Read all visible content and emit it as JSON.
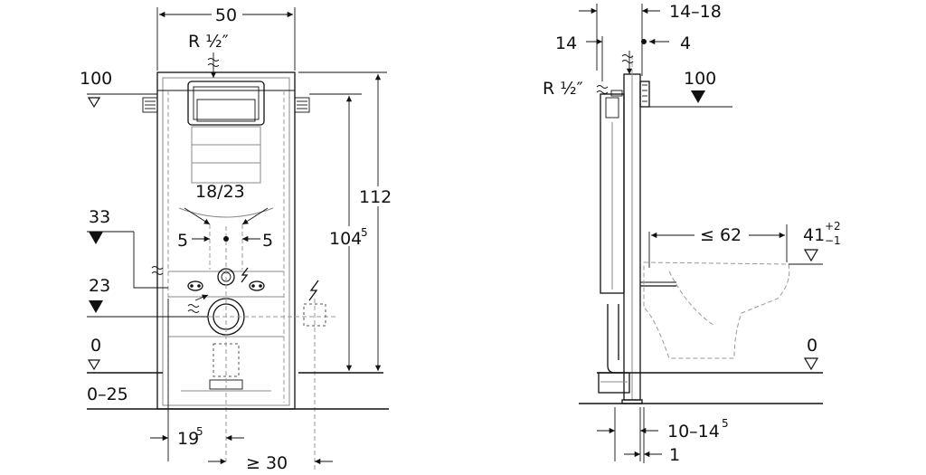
{
  "front_view": {
    "width_dim": "50",
    "supply_label": "R ½″",
    "level_top": "100",
    "level_33": "33",
    "level_23": "23",
    "level_0": "0",
    "floor_range": "0–25",
    "spacing_center": "18/23",
    "spacing_left": "5",
    "spacing_right": "5",
    "height_total": "112",
    "height_inner_main": "104",
    "height_inner_sup": "5",
    "offset_bottom_main": "19",
    "offset_bottom_sup": "5",
    "min_distance": "≥ 30"
  },
  "side_view": {
    "dim_top": "14–18",
    "dim_14": "14",
    "dim_4": "4",
    "supply_label": "R ½″",
    "level_top": "100",
    "depth_dim": "≤ 62",
    "level_41_main": "41",
    "level_41_plus": "+2",
    "level_41_minus": "−1",
    "level_0": "0",
    "dim_bottom_main": "10–14",
    "dim_bottom_sup": "5",
    "dim_1": "1"
  },
  "colors": {
    "line": "#111111",
    "background": "#ffffff",
    "secondary": "#888888"
  }
}
